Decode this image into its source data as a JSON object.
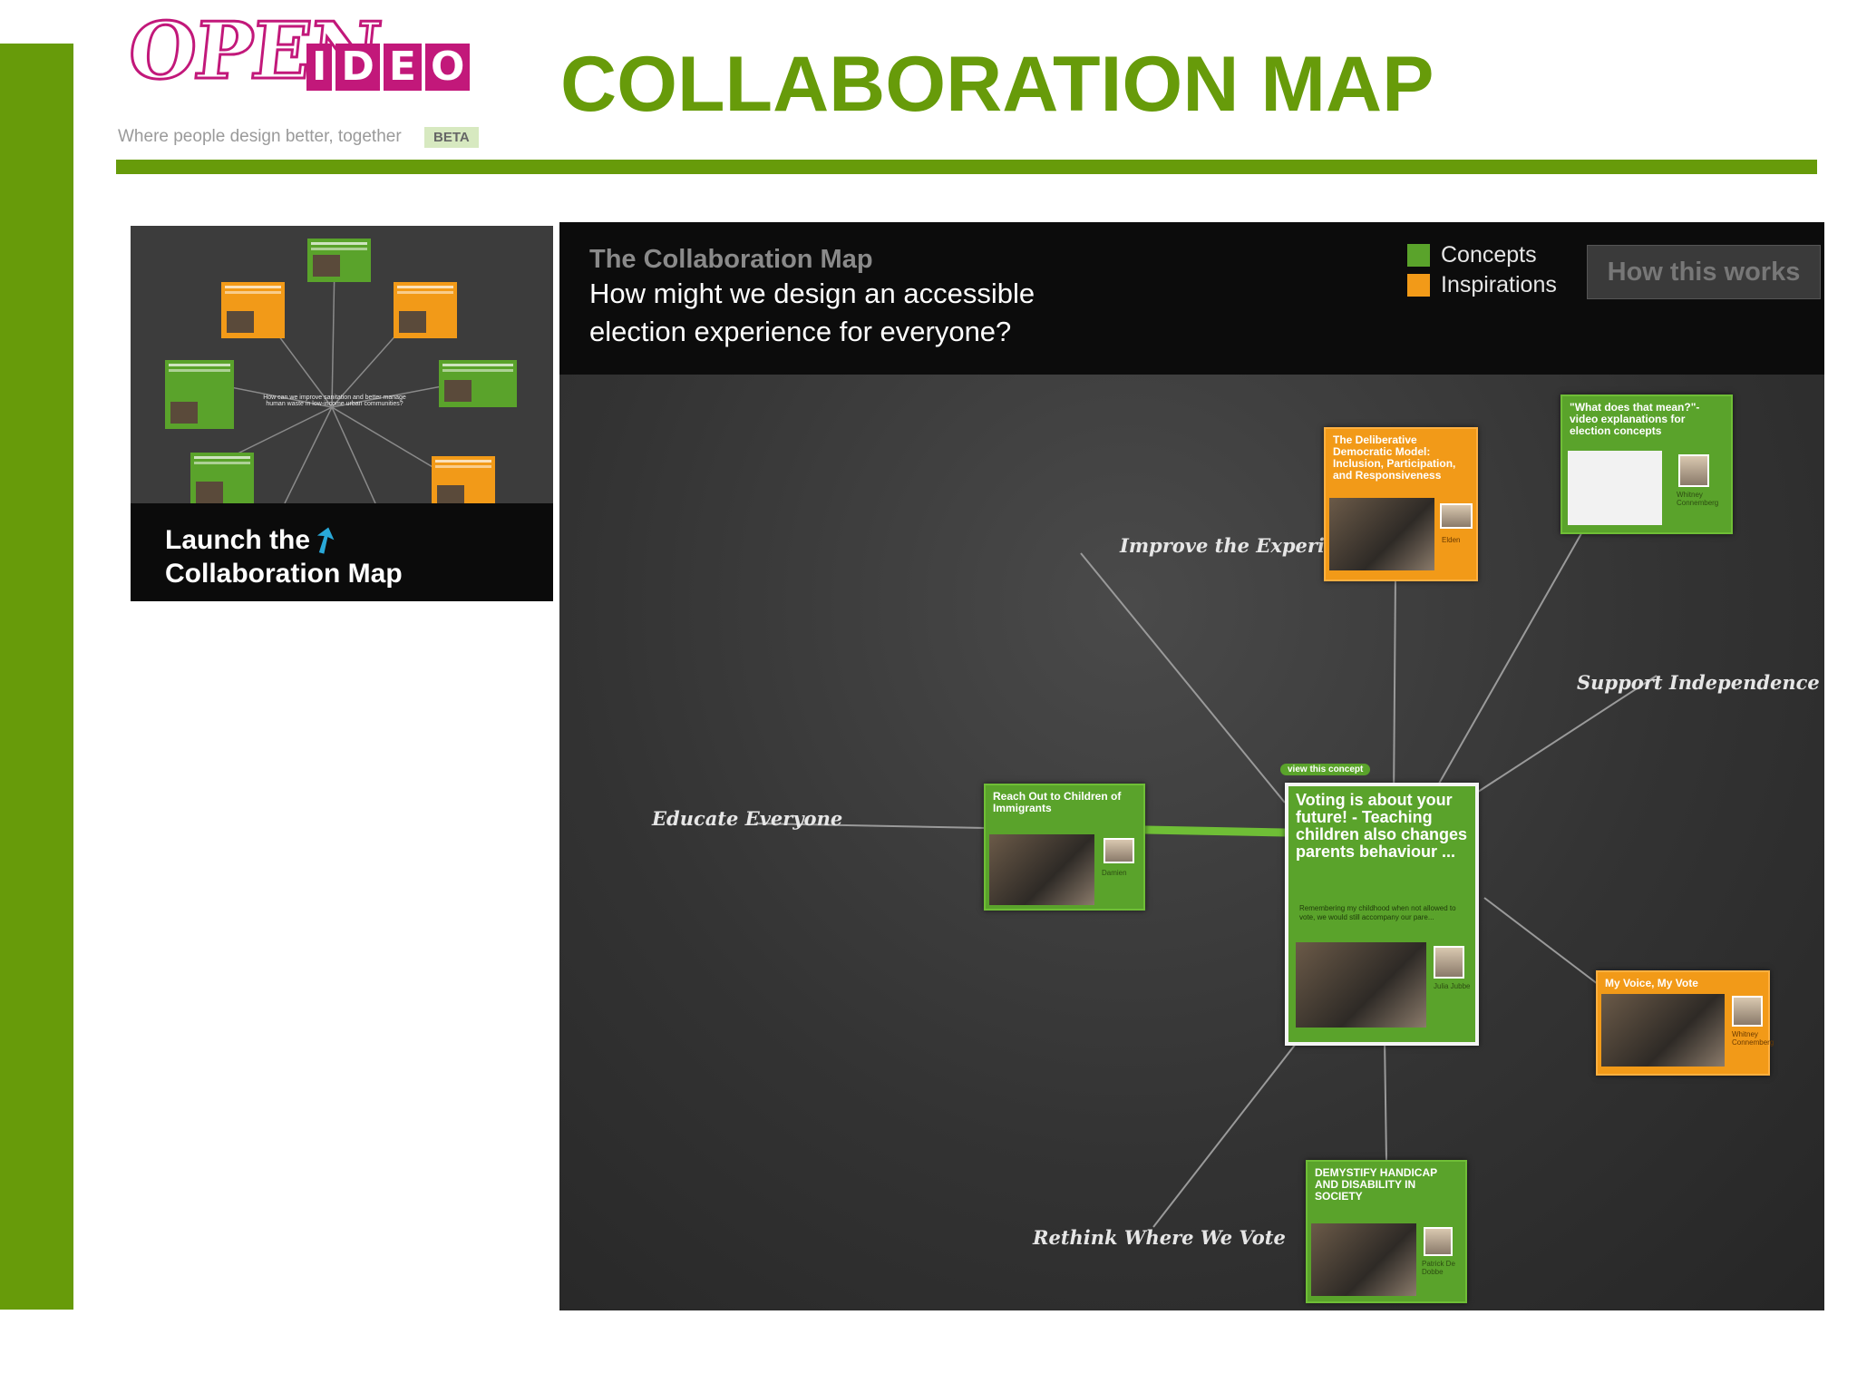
{
  "slide": {
    "title": "COLLABORATION MAP",
    "accent_color": "#679b0a"
  },
  "logo": {
    "open_text": "OPEN",
    "ideo_letters": [
      "I",
      "D",
      "E",
      "O"
    ],
    "tagline": "Where people design better, together",
    "badge": "BETA",
    "brand_color": "#c2187a"
  },
  "thumbnail": {
    "launch_line1": "Launch the",
    "launch_line2": "Collaboration Map",
    "arrow_icon": "arrow-up-right-icon",
    "center_question": "How can we improve sanitation and better manage human waste in low-income urban communities?"
  },
  "map": {
    "title": "The Collaboration Map",
    "question": "How might we design an accessible election experience for everyone?",
    "legend": [
      {
        "label": "Concepts",
        "color": "#5aa32b"
      },
      {
        "label": "Inspirations",
        "color": "#f29a18"
      }
    ],
    "how_button": "How this works",
    "themes": {
      "improve": "Improve the Experience",
      "support": "Support Independence",
      "educate": "Educate Everyone",
      "rethink": "Rethink Where We Vote"
    },
    "view_concept": "view this concept",
    "main_card": {
      "title": "Voting is about your future! - Teaching children also changes parents behaviour ...",
      "description": "Remembering my childhood when not allowed to vote, we would still accompany our pare...",
      "author": "Julia Jubbe"
    },
    "cards": {
      "deliberative": {
        "title": "The Deliberative Democratic Model: Inclusion, Participation, and Responsiveness",
        "author": "Elden"
      },
      "what_does": {
        "title": "\"What does that mean?\"- video explanations for election concepts",
        "author": "Whitney Connemberg"
      },
      "reach_out": {
        "title": "Reach Out to Children of Immigrants",
        "author": "Damien"
      },
      "my_voice": {
        "title": "My Voice, My Vote",
        "author": "Whitney Connemberg"
      },
      "demystify": {
        "title": "DEMYSTIFY HANDICAP AND DISABILITY IN SOCIETY",
        "author": "Patrick De Dobbe"
      }
    }
  }
}
